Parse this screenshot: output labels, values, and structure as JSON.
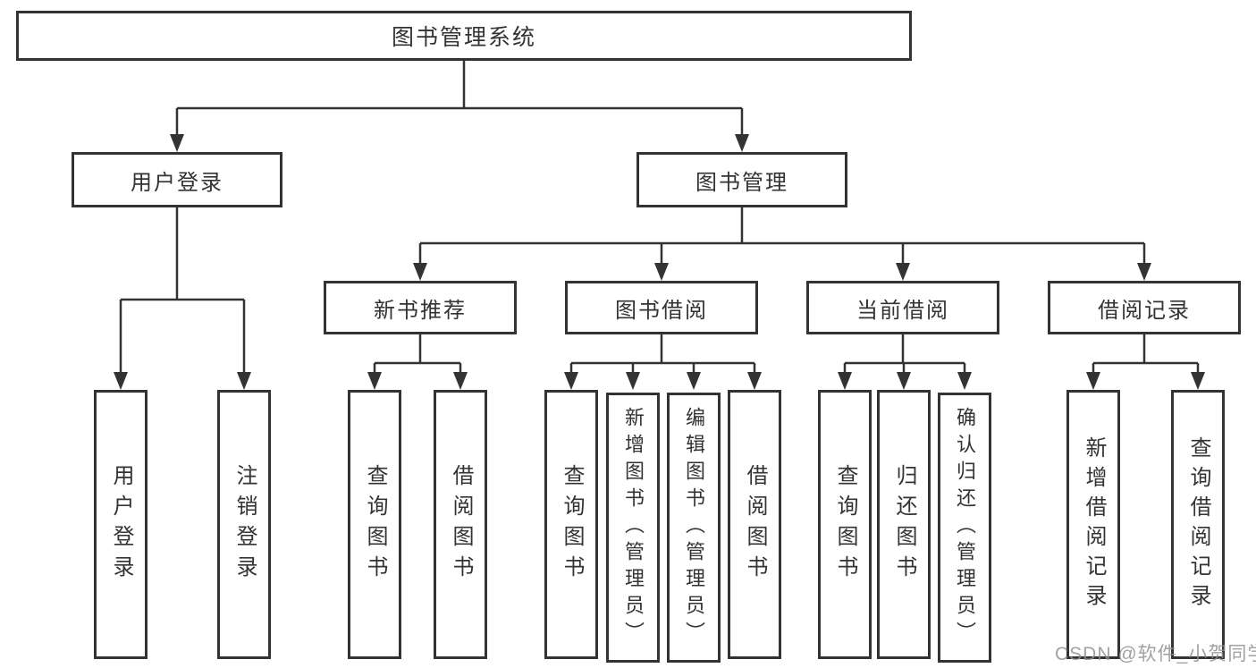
{
  "diagram": {
    "root": {
      "label": "图书管理系统",
      "children": [
        {
          "label": "用户登录",
          "children": [
            {
              "label": "用户登录"
            },
            {
              "label": "注销登录"
            }
          ]
        },
        {
          "label": "图书管理",
          "children": [
            {
              "label": "新书推荐",
              "children": [
                {
                  "label": "查询图书"
                },
                {
                  "label": "借阅图书"
                }
              ]
            },
            {
              "label": "图书借阅",
              "children": [
                {
                  "label": "查询图书"
                },
                {
                  "label": "新增图书（管理员）"
                },
                {
                  "label": "编辑图书（管理员）"
                },
                {
                  "label": "借阅图书"
                }
              ]
            },
            {
              "label": "当前借阅",
              "children": [
                {
                  "label": "查询图书"
                },
                {
                  "label": "归还图书"
                },
                {
                  "label": "确认归还（管理员）"
                }
              ]
            },
            {
              "label": "借阅记录",
              "children": [
                {
                  "label": "新增借阅记录"
                },
                {
                  "label": "查询借阅记录"
                }
              ]
            }
          ]
        }
      ]
    }
  },
  "watermark": {
    "text": "CSDN @软件_小贺同学",
    "color": "#919191"
  },
  "colors": {
    "line": "#333333",
    "box_border": "#333333",
    "text": "#333333",
    "background": "#ffffff"
  }
}
